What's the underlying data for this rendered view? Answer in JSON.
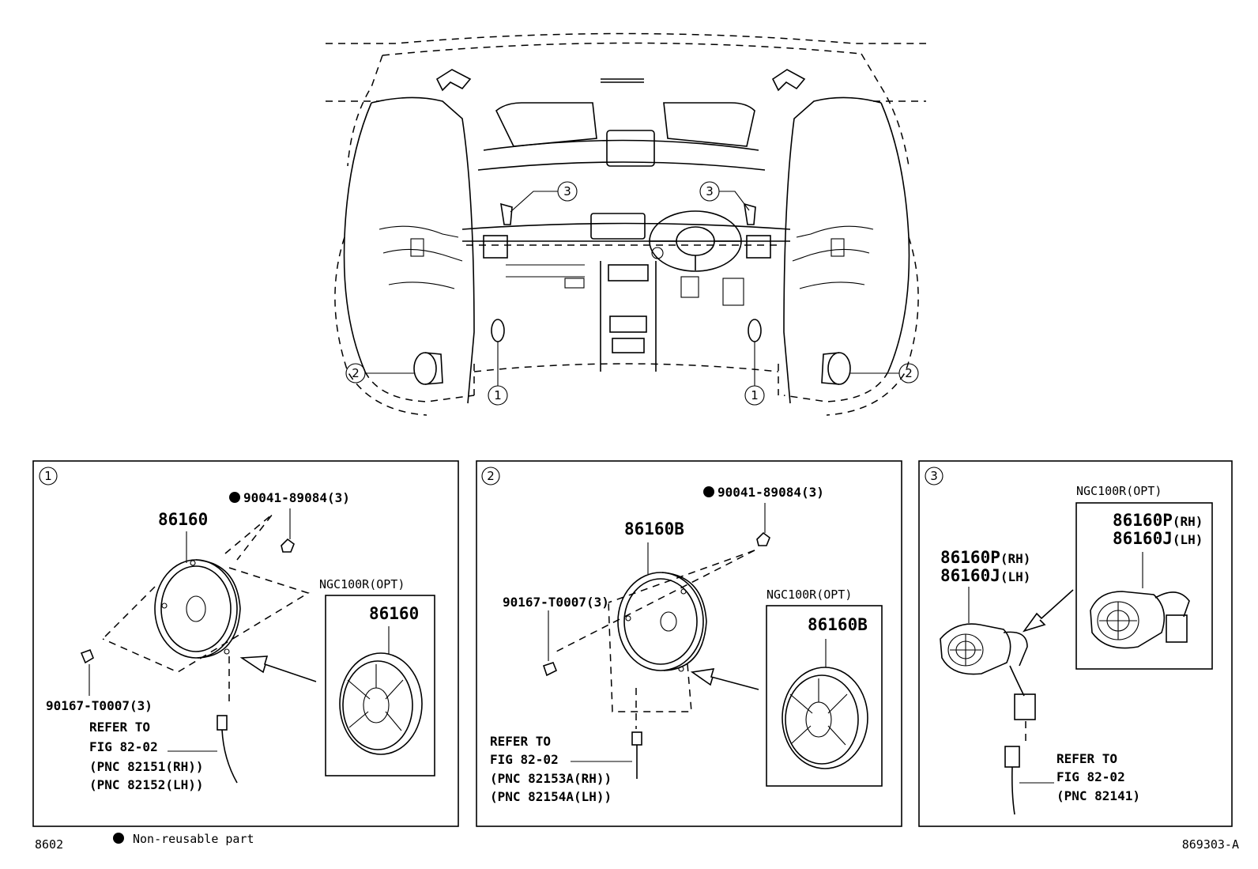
{
  "overview": {
    "callouts": [
      "1",
      "2",
      "3"
    ]
  },
  "panel1": {
    "num": "1",
    "main_part": "86160",
    "screw": "90041-89084(3)",
    "clip": "90167-T0007(3)",
    "refer": [
      "REFER TO",
      "FIG 82-02",
      "(PNC 82151(RH))",
      "(PNC 82152(LH))"
    ],
    "opt_title": "NGC100R(OPT)",
    "opt_part": "86160"
  },
  "panel2": {
    "num": "2",
    "main_part": "86160B",
    "screw": "90041-89084(3)",
    "clip": "90167-T0007(3)",
    "refer": [
      "REFER TO",
      "FIG 82-02",
      "(PNC 82153A(RH))",
      "(PNC 82154A(LH))"
    ],
    "opt_title": "NGC100R(OPT)",
    "opt_part": "86160B"
  },
  "panel3": {
    "num": "3",
    "main_part_rh": "86160P",
    "main_part_lh": "86160J",
    "rh": "(RH)",
    "lh": "(LH)",
    "refer": [
      "REFER TO",
      "FIG 82-02",
      "(PNC 82141)"
    ],
    "opt_title": "NGC100R(OPT)",
    "opt_part_rh": "86160P",
    "opt_part_lh": "86160J"
  },
  "footer": {
    "fig_code": "8602",
    "legend": "Non-reusable part",
    "diagram_id": "869303-A"
  }
}
